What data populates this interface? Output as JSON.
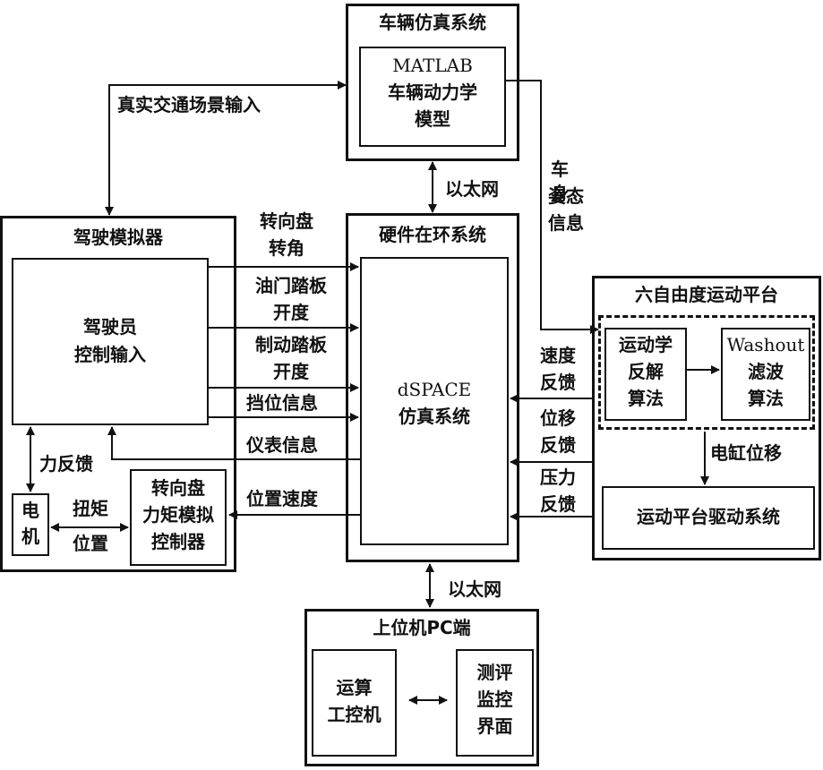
{
  "vehicle_sim": {
    "title": "车辆仿真系统",
    "model_line1": "MATLAB",
    "model_line2": "车辆动力学",
    "model_line3": "模型"
  },
  "driving_sim": {
    "title": "驾驶模拟器",
    "driver_line1": "驾驶员",
    "driver_line2": "控制输入",
    "motor": "电机",
    "steering_ctrl_line1": "转向盘",
    "steering_ctrl_line2": "力矩模拟",
    "steering_ctrl_line3": "控制器"
  },
  "hil": {
    "title": "硬件在环系统",
    "dspace_line1": "dSPACE",
    "dspace_line2": "仿真系统"
  },
  "motion_platform": {
    "title": "六自由度运动平台",
    "inv_line1": "运动学",
    "inv_line2": "反解",
    "inv_line3": "算法",
    "washout_line1": "Washout",
    "washout_line2": "滤波",
    "washout_line3": "算法",
    "drive": "运动平台驱动系统"
  },
  "host_pc": {
    "title": "上位机PC端",
    "ipc_line1": "运算",
    "ipc_line2": "工控机",
    "eval_line1": "测评",
    "eval_line2": "监控",
    "eval_line3": "界面"
  },
  "labels": {
    "traffic_input": "真实交通场景输入",
    "ethernet_top": "以太网",
    "ethernet_bottom": "以太网",
    "body_attitude": [
      "车",
      "身",
      "姿",
      "态",
      "信",
      "息"
    ],
    "steering_angle": [
      "转向盘",
      "转角"
    ],
    "throttle": [
      "油门踏板",
      "开度"
    ],
    "brake": [
      "制动踏板",
      "开度"
    ],
    "gear": "挡位信息",
    "instrument": "仪表信息",
    "position_speed": "位置速度",
    "force_feedback": "力反馈",
    "torque_position": [
      "扭矩",
      "位置"
    ],
    "speed_feedback": [
      "速度",
      "反馈"
    ],
    "displacement_feedback": [
      "位移",
      "反馈"
    ],
    "pressure_feedback": [
      "压力",
      "反馈"
    ],
    "cylinder_displacement": "电缸位移"
  }
}
